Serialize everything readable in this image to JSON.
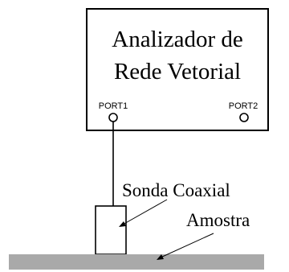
{
  "analyzer": {
    "title_line1": "Analizador de",
    "title_line2": "Rede Vetorial",
    "port1_label": "PORT1",
    "port2_label": "PORT2"
  },
  "probe": {
    "label": "Sonda Coaxial"
  },
  "sample": {
    "label": "Amostra",
    "color": "#a9a9a9"
  }
}
